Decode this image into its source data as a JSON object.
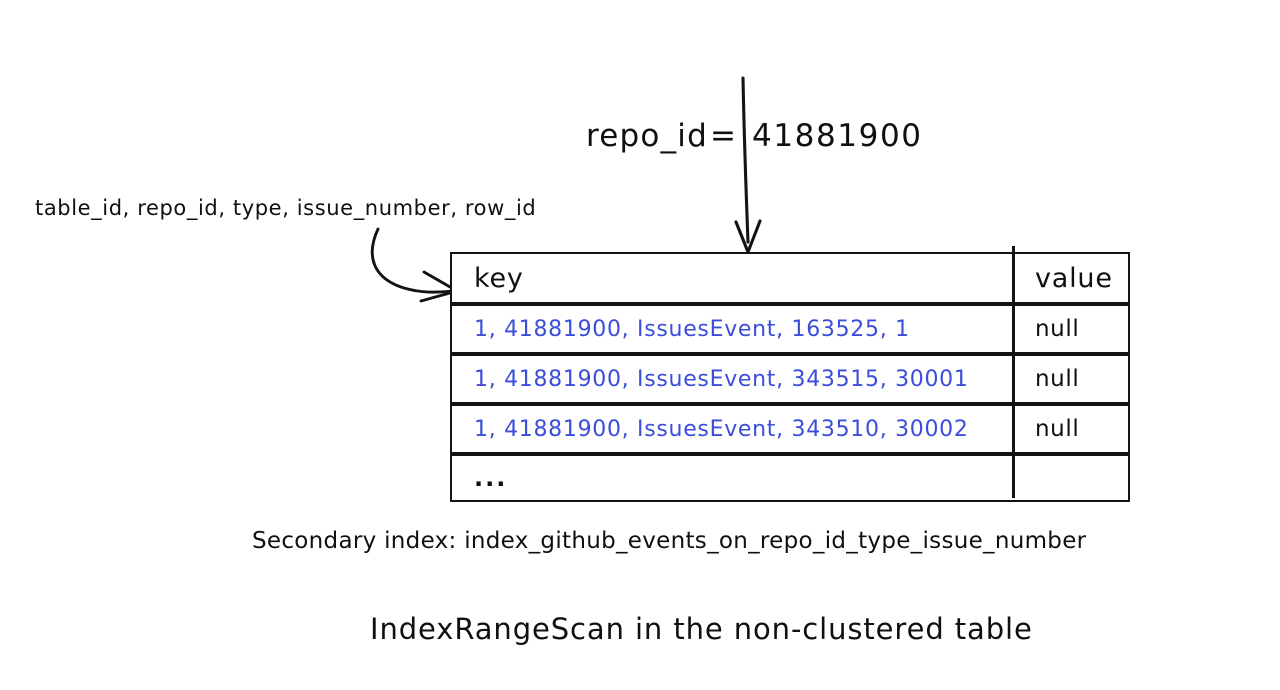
{
  "diagram": {
    "predicate": {
      "field": "repo_id",
      "operator": "=",
      "value": "41881900"
    },
    "columns_label": "table_id, repo_id, type, issue_number, row_id",
    "index_caption": "Secondary index: index_github_events_on_repo_id_type_issue_number",
    "figure_caption": "IndexRangeScan in the non-clustered table",
    "colors": {
      "ink": "#101010",
      "key_text": "#3b4ddb",
      "background": "#ffffff"
    }
  },
  "table": {
    "headers": {
      "key": "key",
      "value": "value"
    },
    "rows": [
      {
        "key": "1, 41881900, IssuesEvent, 163525, 1",
        "value": "null"
      },
      {
        "key": "1, 41881900, IssuesEvent, 343515, 30001",
        "value": "null"
      },
      {
        "key": "1, 41881900, IssuesEvent, 343510, 30002",
        "value": "null"
      },
      {
        "key": "...",
        "value": ""
      }
    ]
  }
}
